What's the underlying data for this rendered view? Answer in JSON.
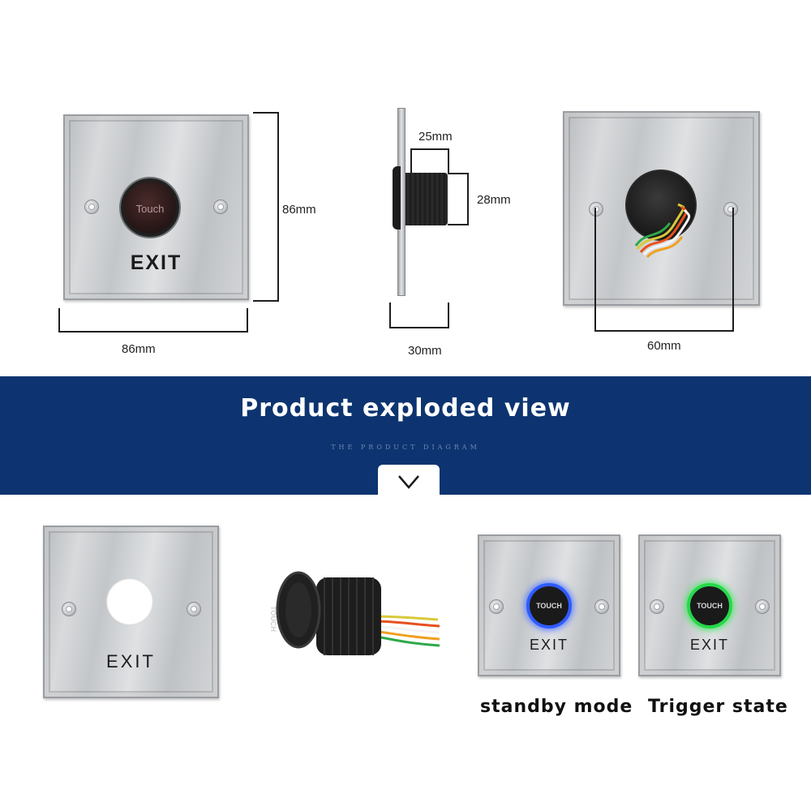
{
  "dimensions": {
    "plate_height": "86mm",
    "plate_width": "86mm",
    "depth_top": "25mm",
    "thread_diameter": "28mm",
    "side_width": "30mm",
    "hole_spacing": "60mm"
  },
  "front_plate": {
    "button_text": "Touch",
    "exit_label": "EXIT"
  },
  "banner": {
    "title": "Product exploded view",
    "subtitle": "THE PRODUCT DIAGRAM",
    "chevron": "chevron-down-icon"
  },
  "exploded": {
    "plate_exit_label": "EXIT",
    "sensor_text": "TOUCH"
  },
  "states": [
    {
      "button_text": "TOUCH",
      "exit_label": "EXIT",
      "caption": "standby mode",
      "ring_color": "#2f5bff"
    },
    {
      "button_text": "TOUCH",
      "exit_label": "EXIT",
      "caption": "Trigger state",
      "ring_color": "#27d84a"
    }
  ],
  "wire_colors": [
    "#d9c93a",
    "#e8501e",
    "#ffffff",
    "#f0a020",
    "#2ea84a"
  ]
}
